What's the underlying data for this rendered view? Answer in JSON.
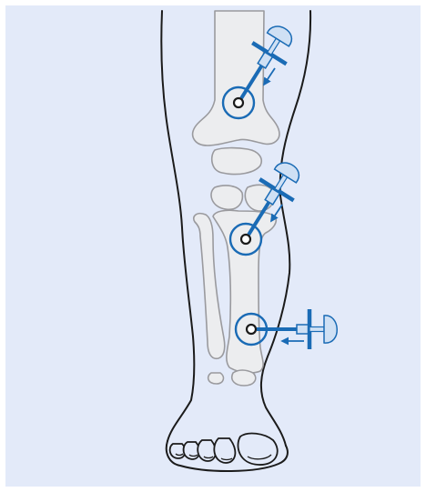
{
  "diagram": {
    "subject": "leg-with-three-injection-points",
    "colors": {
      "background": "#e3eaf9",
      "outline": "#1b1b1b",
      "bone_fill": "#ecedef",
      "bone_stroke": "#9a9a9e",
      "accent": "#1a6bb5",
      "syringe_tint": "#cfe0f4"
    },
    "injection_sites": [
      {
        "id": "femur-site",
        "bone": "femur",
        "needle_angle_deg": -58
      },
      {
        "id": "tibia-upper-site",
        "bone": "tibia-proximal",
        "needle_angle_deg": -58
      },
      {
        "id": "tibia-lower-site",
        "bone": "tibia-distal",
        "needle_angle_deg": 0
      }
    ],
    "icons": [
      "syringe-icon",
      "target-circle-icon",
      "direction-arrow-icon"
    ]
  }
}
